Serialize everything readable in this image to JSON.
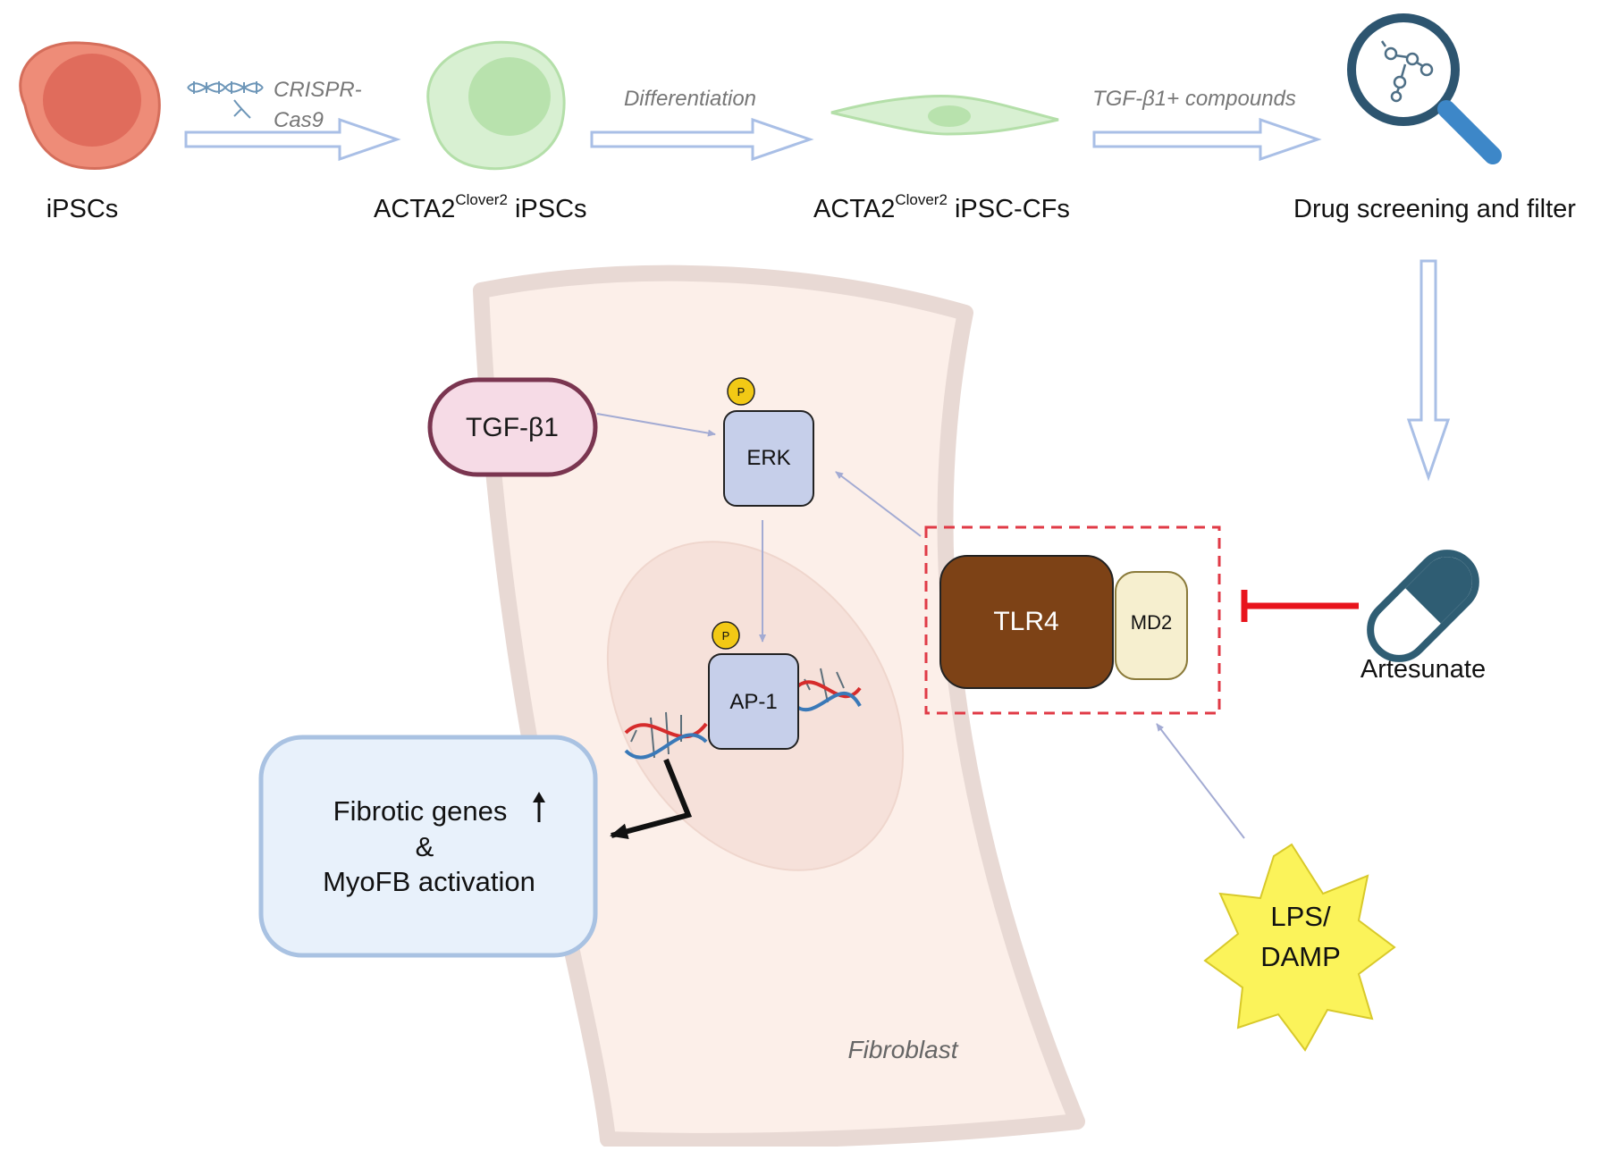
{
  "workflow": {
    "stage1_label": "iPSCs",
    "edit_label_line1": "CRISPR-",
    "edit_label_line2": "Cas9",
    "stage2_label_main": "ACTA2",
    "stage2_label_sup": "Clover2",
    "stage2_label_tail": " iPSCs",
    "diff_label": "Differentiation",
    "stage3_label_main": "ACTA2",
    "stage3_label_sup": "Clover2",
    "stage3_label_tail": " iPSC-CFs",
    "treat_label": "TGF-β1+ compounds",
    "stage4_label": "Drug screening and filter"
  },
  "pathway": {
    "tgf_label": "TGF-β1",
    "erk_label": "ERK",
    "ap1_label": "AP-1",
    "phospho_label": "P",
    "tlr4_label": "TLR4",
    "md2_label": "MD2",
    "drug_label": "Artesunate",
    "lps_line1": "LPS/",
    "lps_line2": "DAMP",
    "outcome_line1": "Fibrotic genes",
    "outcome_line2": "&",
    "outcome_line3": "MyoFB activation",
    "cell_label": "Fibroblast"
  },
  "colors": {
    "ipsc_fill": "#ee8c78",
    "reporter_fill": "#d8f0d2",
    "hollow_arrow": "#a9bfe6",
    "tgf_border": "#7a3550",
    "tgf_fill": "#f6dbe6",
    "kinase_fill": "#c6cfea",
    "phospho_fill": "#f2c915",
    "tlr4_fill": "#7d4216",
    "md2_fill": "#f6efcf",
    "inhibit_red": "#e8141c",
    "capsule_dark": "#2f5d73",
    "lps_fill": "#fbf35a",
    "outcome_fill": "#e8f1fb",
    "outcome_border": "#a9c2e2",
    "cell_fill": "#fcefe9",
    "cell_border": "#e8d9d4"
  }
}
